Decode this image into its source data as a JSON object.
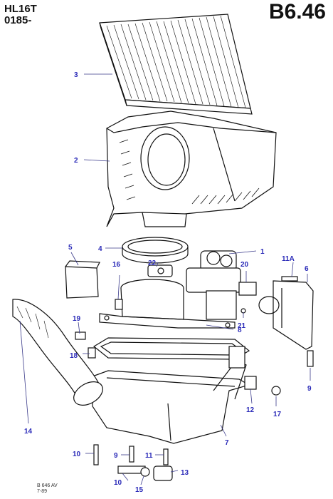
{
  "header": {
    "model_code": "HL16T",
    "date_code": "0185-",
    "page_ref": "B6.46"
  },
  "footer": {
    "ref_line1": "B 646 AV",
    "ref_line2": "7-89"
  },
  "callouts": {
    "c1": "1",
    "c2": "2",
    "c3": "3",
    "c4": "4",
    "c5": "5",
    "c6": "6",
    "c7": "7",
    "c8": "8",
    "c9a": "9",
    "c9b": "9",
    "c10a": "10",
    "c10b": "10",
    "c11a": "11",
    "c11b": "11A",
    "c12": "12",
    "c13": "13",
    "c14": "14",
    "c15": "15",
    "c16": "16",
    "c17": "17",
    "c18": "18",
    "c19": "19",
    "c20": "20",
    "c21": "21",
    "c22": "22"
  }
}
